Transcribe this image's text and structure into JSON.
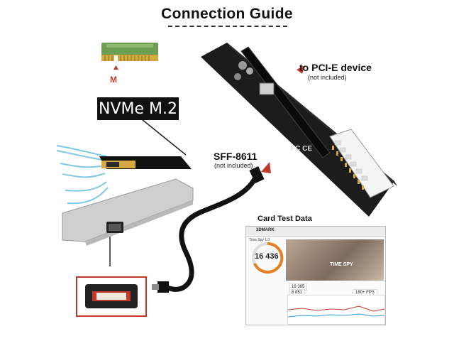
{
  "title": "Connection Guide",
  "labels": {
    "pcie_device": "to PCI-E device",
    "pcie_note": "(not included)",
    "sff": "SFF-8611",
    "sff_note": "(not included)",
    "nvme": "NVMe M.2",
    "m_key": "M",
    "card_test": "Card Test Data"
  },
  "panel": {
    "brand": "3DMARK",
    "tag": "Time Spy 1.0",
    "score": "16 436",
    "banner": "TIME SPY",
    "stat1": "19 365",
    "stat2": "8 851",
    "stat3": "180+ FPS"
  },
  "colors": {
    "accent": "#c0392b",
    "cable": "#111111",
    "pcb": "#1c1c1c",
    "gold": "#d4a940",
    "bracket": "#cfcfcf"
  }
}
